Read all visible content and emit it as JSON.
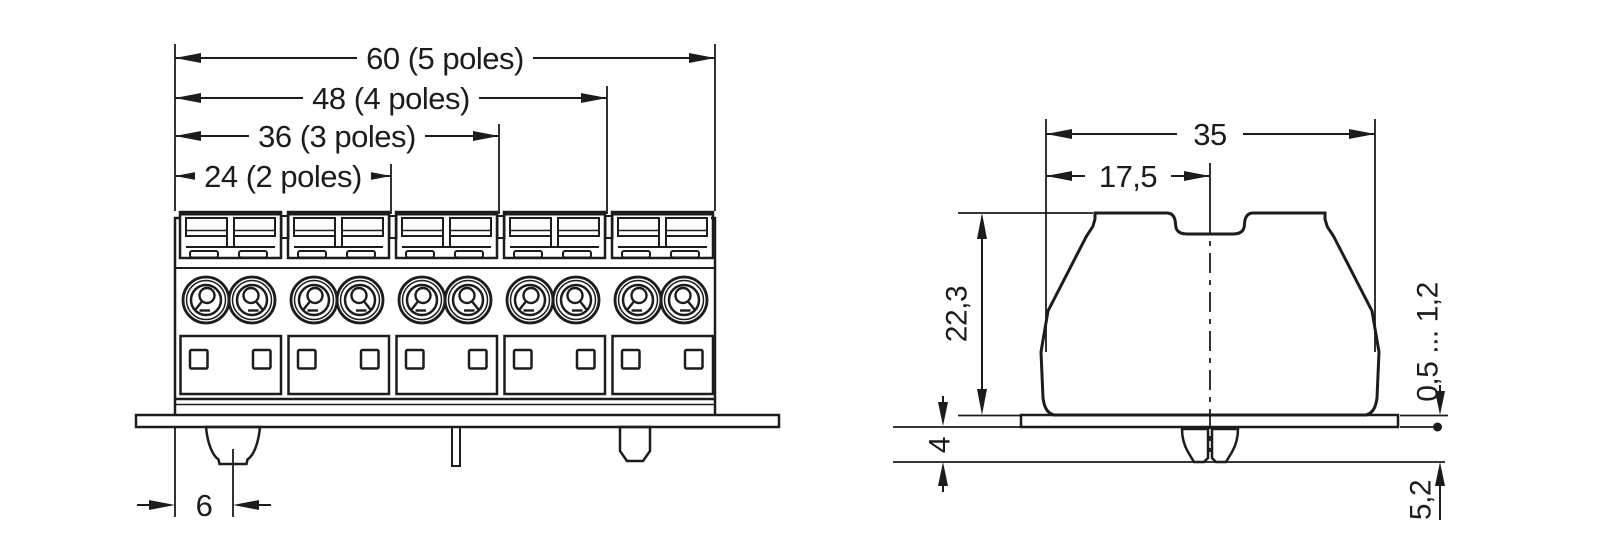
{
  "drawing": {
    "title": "terminal-block-dimension-drawing",
    "front_view": {
      "pole_count": 5,
      "width_dims": [
        {
          "label": "60 (5 poles)"
        },
        {
          "label": "48 (4 poles)"
        },
        {
          "label": "36 (3 poles)"
        },
        {
          "label": "24 (2 poles)"
        }
      ],
      "foot_offset_dim": {
        "label": "6"
      }
    },
    "side_view": {
      "depth_dim": {
        "label": "35"
      },
      "center_dim": {
        "label": "17,5"
      },
      "height_dim": {
        "label": "22,3"
      },
      "foot_length_dim": {
        "label": "4"
      },
      "panel_thickness_dim": {
        "label": "0,5 ... 1,2"
      },
      "protrusion_dim": {
        "label": "5,2"
      }
    },
    "colors": {
      "line": "#1c1c1c",
      "panel": "#b2c7d3",
      "pin": "#f0b183",
      "bg": "#ffffff"
    }
  }
}
